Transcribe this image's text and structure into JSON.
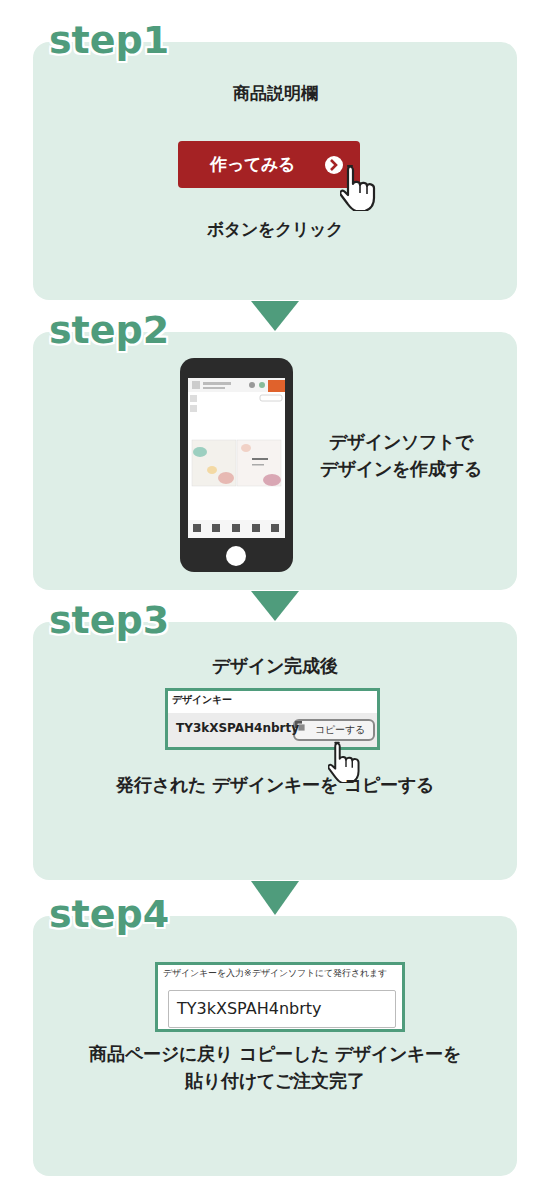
{
  "diagram": {
    "nodes": [
      {
        "text": [
          "step1",
          "商品説明欄",
          "ボタンをクリック"
        ]
      },
      {
        "text": [
          "作ってみる"
        ],
        "in": 0
      },
      {
        "text": [
          "step2",
          "デザインソフトで デザインを作成する"
        ]
      },
      {
        "text": [
          "step3",
          "デザイン完成後",
          "発行された デザインキーを コピーする"
        ]
      },
      {
        "text": [
          "デザインキー",
          "TY3kXSPAH4nbrty"
        ],
        "in": 3
      },
      {
        "text": [
          "コピーする"
        ],
        "in": 4
      },
      {
        "text": [
          "step4",
          "商品ページに戻り コピーした デザインキーを 貼り付けてご注文完了"
        ]
      },
      {
        "text": [
          "デザインキーを入力※デザインソフトにて発行されます"
        ],
        "in": 6
      },
      {
        "text": [
          "TY3kXSPAH4nbrty"
        ],
        "in": 7
      }
    ],
    "edges": [
      {
        "from": 0,
        "to": 2,
        "arrow": "to"
      },
      {
        "from": 2,
        "to": 3,
        "arrow": "to"
      },
      {
        "from": 3,
        "to": 6,
        "arrow": "to"
      }
    ]
  }
}
